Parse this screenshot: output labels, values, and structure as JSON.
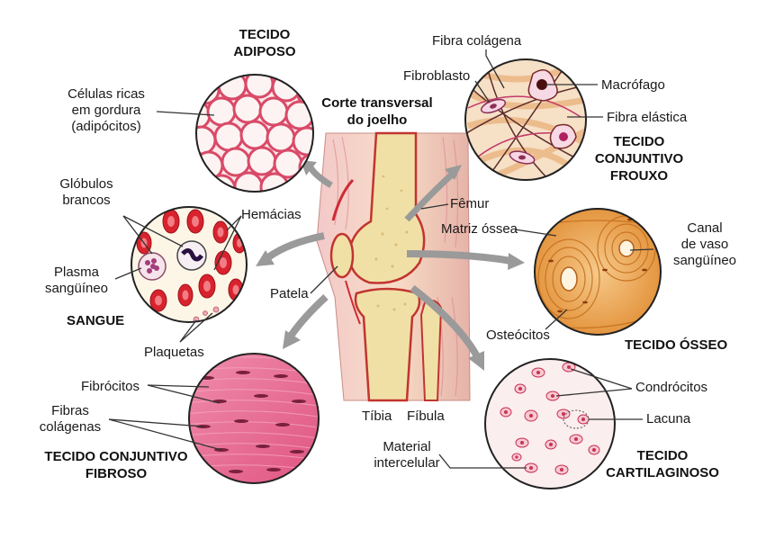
{
  "center": {
    "title_line1": "Corte transversal",
    "title_line2": "do joelho"
  },
  "tissues": {
    "adipose": {
      "title_line1": "TECIDO",
      "title_line2": "ADIPOSO",
      "label_line1": "Células ricas",
      "label_line2": "em gordura",
      "label_line3": "(adipócitos)"
    },
    "loose": {
      "title_line1": "TECIDO",
      "title_line2": "CONJUNTIVO",
      "title_line3": "FROUXO",
      "collagen_fiber": "Fibra colágena",
      "fibroblast": "Fibroblasto",
      "macrophage": "Macrófago",
      "elastic_fiber": "Fibra elástica"
    },
    "blood": {
      "title": "SANGUE",
      "white_cells_line1": "Glóbulos",
      "white_cells_line2": "brancos",
      "red_cells": "Hemácias",
      "plasma_line1": "Plasma",
      "plasma_line2": "sangüíneo",
      "platelets": "Plaquetas"
    },
    "bone": {
      "title": "TECIDO ÓSSEO",
      "matrix": "Matriz óssea",
      "canal_line1": "Canal",
      "canal_line2": "de vaso",
      "canal_line3": "sangüíneo",
      "osteocytes": "Osteócitos"
    },
    "fibrous": {
      "title_line1": "TECIDO CONJUNTIVO",
      "title_line2": "FIBROSO",
      "fibrocytes": "Fibrócitos",
      "fibers_line1": "Fibras",
      "fibers_line2": "colágenas"
    },
    "cartilage": {
      "title_line1": "TECIDO",
      "title_line2": "CARTILAGINOSO",
      "chondrocytes": "Condrócitos",
      "lacuna": "Lacuna",
      "material_line1": "Material",
      "material_line2": "intercelular"
    }
  },
  "knee": {
    "femur": "Fêmur",
    "patella": "Patela",
    "tibia": "Tíbia",
    "fibula": "Fíbula"
  },
  "colors": {
    "arrow": "#9a9a9a",
    "line": "#333333",
    "adipose_wall": "#d94a68",
    "blood_cell": "#d8232e",
    "bone": "#e59a3c",
    "fibrous": "#e25f88",
    "cartilage_cell": "#c8325a"
  }
}
